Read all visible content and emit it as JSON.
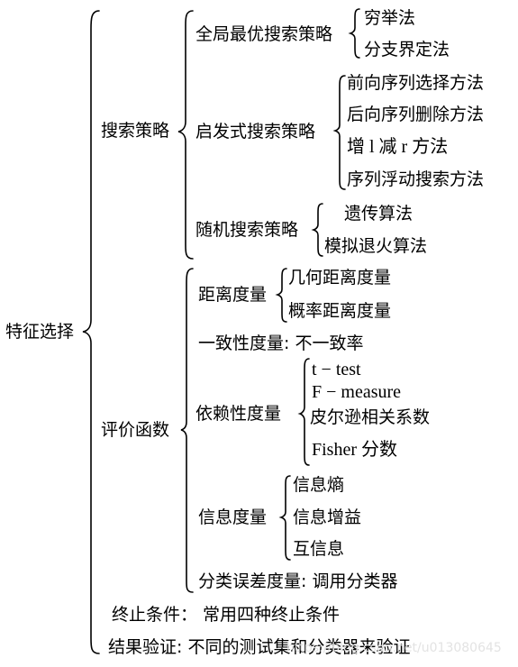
{
  "root": "特征选择",
  "search": {
    "label": "搜索策略",
    "global": {
      "label": "全局最优搜索策略",
      "items": [
        "穷举法",
        "分支界定法"
      ]
    },
    "heuristic": {
      "label": "启发式搜索策略",
      "items": [
        "前向序列选择方法",
        "后向序列删除方法",
        "增 l 减 r 方法",
        "序列浮动搜索方法"
      ]
    },
    "random": {
      "label": "随机搜索策略",
      "items": [
        "遗传算法",
        "模拟退火算法"
      ]
    }
  },
  "eval": {
    "label": "评价函数",
    "distance": {
      "label": "距离度量",
      "items": [
        "几何距离度量",
        "概率距离度量"
      ]
    },
    "consistency": "一致性度量:  不一致率",
    "dependency": {
      "label": "依赖性度量",
      "items": [
        "t − test",
        "F − measure",
        "皮尔逊相关系数",
        "Fisher 分数"
      ]
    },
    "information": {
      "label": "信息度量",
      "items": [
        "信息熵",
        "信息增益",
        "互信息"
      ]
    },
    "error": "分类误差度量:  调用分类器"
  },
  "termination": "终止条件：  常用四种终止条件",
  "validation": "结果验证:  不同的测试集和分类器来验证",
  "watermark": "https://blog.csdn.net/u013080645"
}
